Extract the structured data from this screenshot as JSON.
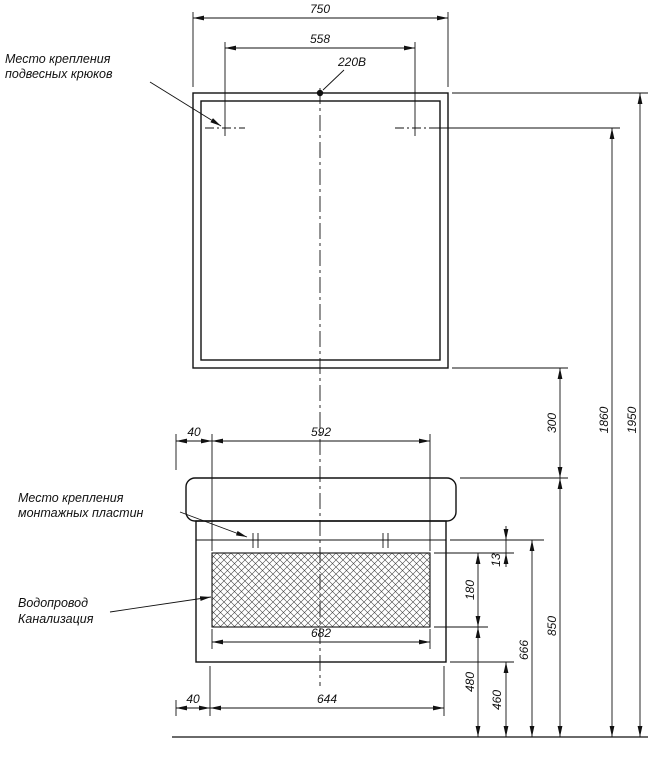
{
  "drawing": {
    "labels": {
      "hooks_line1": "Место крепления",
      "hooks_line2": "подвесных крюков",
      "plates_line1": "Место крепления",
      "plates_line2": "монтажных пластин",
      "water": "Водопровод",
      "sewer": "Канализация",
      "voltage": "220В"
    },
    "dimensions": {
      "mirror_width": "750",
      "hook_spacing": "558",
      "top_offset": "40",
      "plate_spacing": "592",
      "opening_width": "682",
      "bottom_offset": "40",
      "cabinet_width": "644",
      "mirror_gap": "300",
      "hook_height": "1860",
      "total_height": "1950",
      "plate_drop": "13",
      "service_zone_height": "180",
      "zone_to_floor": "480",
      "plate_line_height": "666",
      "sink_top_height": "850",
      "cabinet_bottom_height": "460"
    },
    "colors": {
      "line": "#111111",
      "background": "#ffffff"
    }
  }
}
